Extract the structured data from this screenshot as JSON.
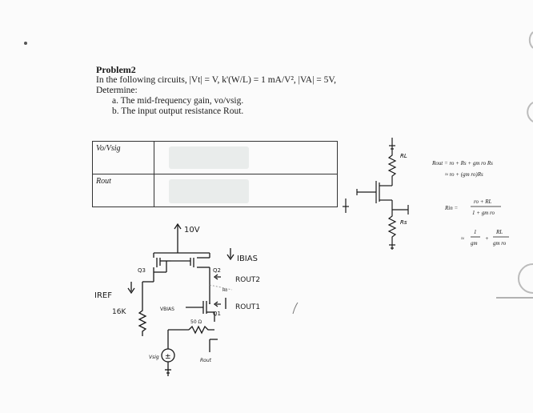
{
  "problem": {
    "title": "Problem2",
    "given": "In the following circuits, |Vt| = V, k'(W/L) = 1 mA/V², |VA| = 5V,",
    "determine": "Determine:",
    "item_a": "a.  The mid-frequency gain, vo/vsig.",
    "item_b": "b.  The input output resistance Rout."
  },
  "table": {
    "row1_label": "Vo/Vsig",
    "row2_label": "Rout"
  },
  "circuit_right": {
    "rl_label": "RL",
    "rs_label": "Rs",
    "eq1_line1": "Rout = ro + Rs + gm ro Rs",
    "eq1_line2": "≈ ro + (gm ro)Rs",
    "eq2_lhs": "Rin =",
    "eq2_num": "ro + RL",
    "eq2_den": "1 + gm ro",
    "eq3_prefix": "≈",
    "eq3_t1_num": "1",
    "eq3_t1_den": "gm",
    "eq3_plus": "+",
    "eq3_t2_num": "RL",
    "eq3_t2_den": "gm ro"
  },
  "circuit_left": {
    "supply": "10V",
    "ibias": "IBIAS",
    "rout2": "ROUT2",
    "rout1": "ROUT1",
    "iref": "IREF",
    "r16k": "16K",
    "vbias": "VBIAS",
    "q3": "Q3",
    "q2": "Q2",
    "q1": "Q1",
    "r50": "50 Ω",
    "vsig": "Vsig",
    "ro_small": "Ro",
    "rout_small": "Rout"
  },
  "colors": {
    "ink": "#1a1a1a",
    "redaction": "#e9eceb"
  }
}
